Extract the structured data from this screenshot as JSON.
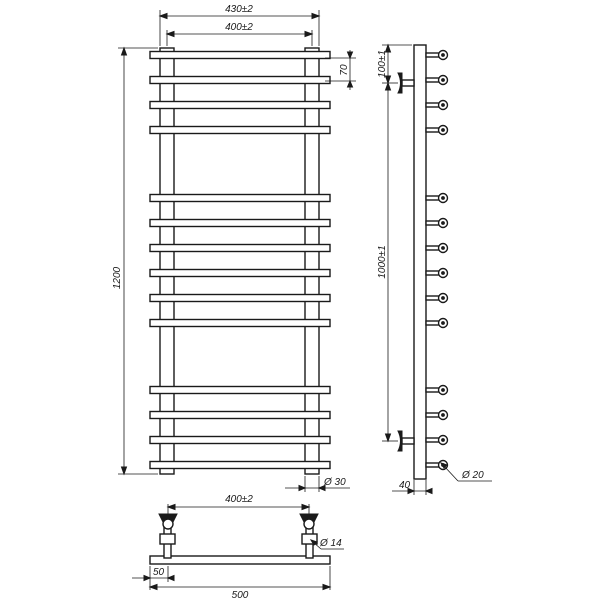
{
  "front_view": {
    "dim_overall_width": "430±2",
    "dim_inner_width": "400±2",
    "dim_height": "1200",
    "dim_rung_pitch": "70",
    "dim_post_diameter": "Ø 30",
    "rung_count": 14
  },
  "side_view": {
    "dim_top_offset": "100±1",
    "dim_mount_spacing": "1000±1",
    "dim_depth": "40",
    "dim_rung_diameter": "Ø 20"
  },
  "top_view": {
    "dim_mount_width": "400±2",
    "dim_bracket_diameter": "Ø 14",
    "dim_offset": "50",
    "dim_total_width": "500"
  }
}
